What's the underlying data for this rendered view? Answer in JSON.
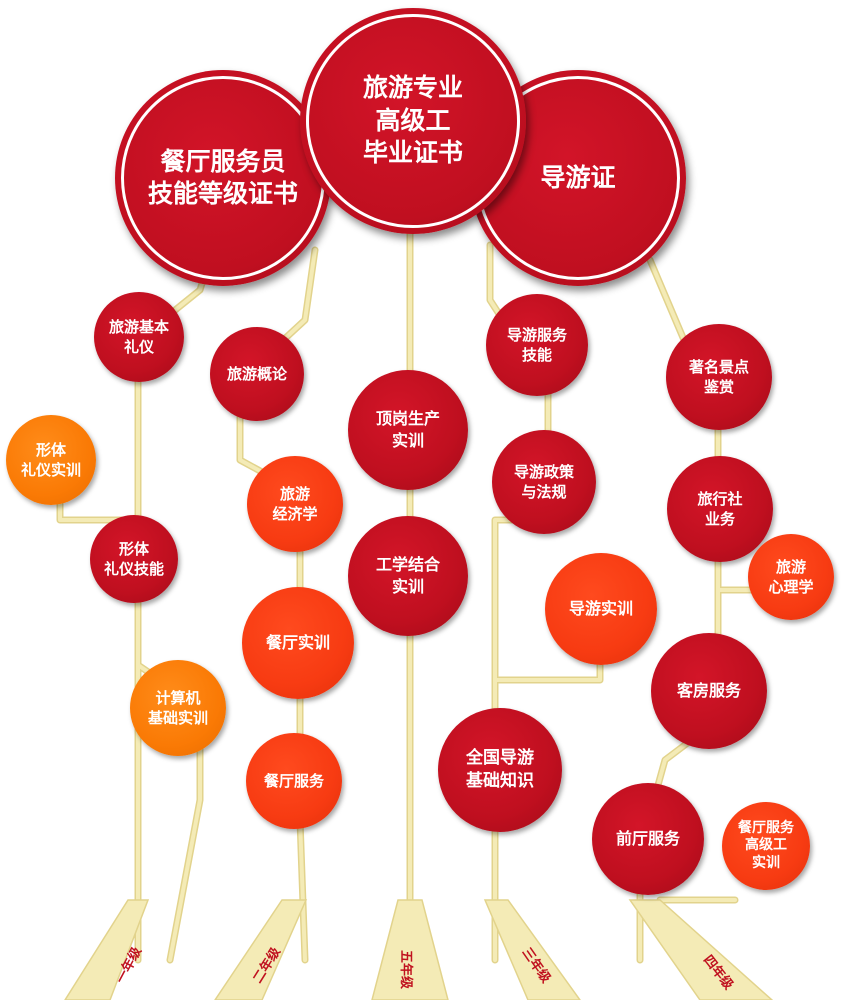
{
  "certificates": {
    "restaurant_waiter": "餐厅服务员\n技能等级证书",
    "tourism_graduate": "旅游专业\n高级工\n毕业证书",
    "tour_guide": "导游证"
  },
  "courses": {
    "tourism_etiquette": "旅游基本\n礼仪",
    "posture_practice": "形体\n礼仪实训",
    "posture_skills": "形体\n礼仪技能",
    "computer_basics": "计算机\n基础实训",
    "tourism_intro": "旅游概论",
    "tourism_economics": "旅游\n经济学",
    "restaurant_practice": "餐厅实训",
    "restaurant_service": "餐厅服务",
    "internship": "顶岗生产\n实训",
    "work_study": "工学结合\n实训",
    "guide_skills": "导游服务\n技能",
    "guide_policy": "导游政策\n与法规",
    "guide_practice": "导游实训",
    "national_guide": "全国导游\n基础知识",
    "scenic_appreciation": "著名景点\n鉴赏",
    "travel_agency": "旅行社\n业务",
    "tourism_psychology": "旅游\n心理学",
    "housekeeping": "客房服务",
    "front_office": "前厅服务",
    "advanced_restaurant": "餐厅服务\n高级工\n实训"
  },
  "grades": {
    "grade1": "一年级",
    "grade2": "二年级",
    "grade5": "五年级",
    "grade3": "三年级",
    "grade4": "四年级"
  },
  "colors": {
    "red": "#c0111f",
    "orange": "#fa7a05",
    "orange_red": "#f73b12",
    "branch": "#f3e9b2",
    "branch_edge": "#e2d38c"
  }
}
